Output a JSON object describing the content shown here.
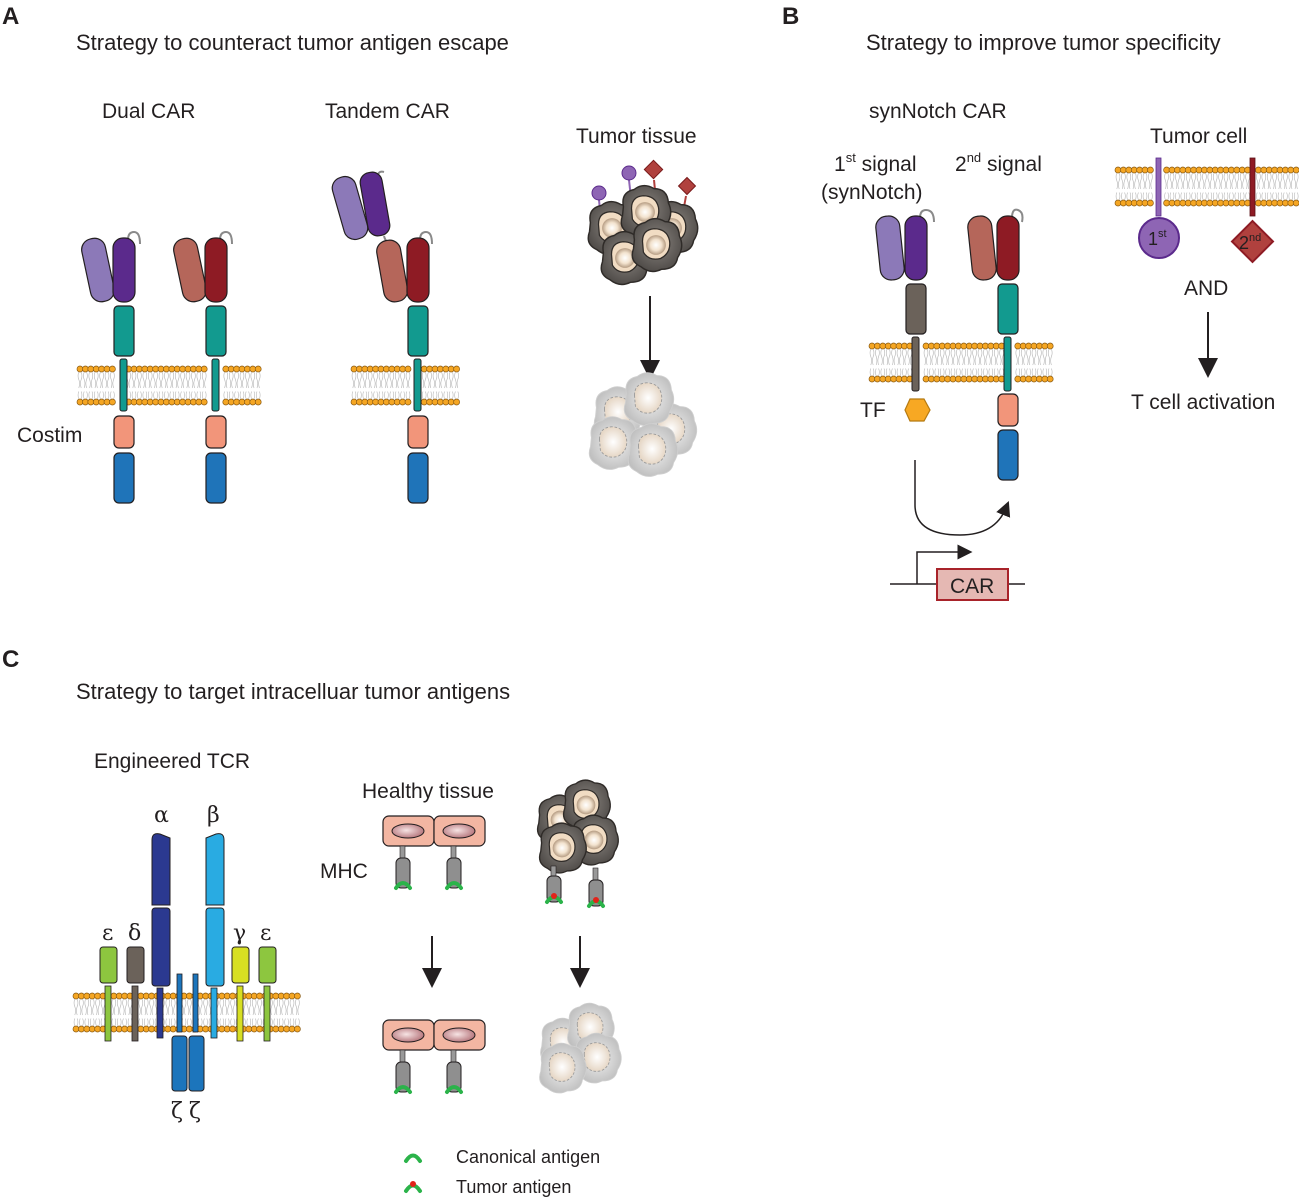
{
  "panels": {
    "a": {
      "letter": "A",
      "title": "Strategy to counteract tumor antigen escape",
      "dual_car": "Dual CAR",
      "tandem_car": "Tandem CAR",
      "tumor_tissue": "Tumor tissue",
      "costim": "Costim"
    },
    "b": {
      "letter": "B",
      "title": "Strategy to improve tumor specificity",
      "synnotch_car": "synNotch CAR",
      "first_signal_num": "1",
      "first_signal_sup": "st",
      "first_signal_word": " signal",
      "first_signal_sub": "(synNotch)",
      "second_signal_num": "2",
      "second_signal_sup": "nd",
      "second_signal_word": " signal",
      "tumor_cell": "Tumor cell",
      "antigen1_num": "1",
      "antigen1_sup": "st",
      "antigen2_num": "2",
      "antigen2_sup": "nd",
      "and_label": "AND",
      "activation": "T cell activation",
      "tf": "TF",
      "car_gene": "CAR"
    },
    "c": {
      "letter": "C",
      "title": "Strategy to target intracelluar tumor antigens",
      "engineered_tcr": "Engineered TCR",
      "alpha": "α",
      "beta": "β",
      "epsilon_left": "ε",
      "delta": "δ",
      "gamma": "γ",
      "epsilon_right": "ε",
      "zeta_left": "ζ",
      "zeta_right": "ζ",
      "healthy_tissue": "Healthy tissue",
      "mhc": "MHC"
    }
  },
  "legend": {
    "canonical": "Canonical antigen",
    "tumor": "Tumor antigen"
  },
  "colors": {
    "light_purple": "#8c79b8",
    "dark_purple": "#5b2a8c",
    "salmon_brown": "#b5665a",
    "dark_red": "#8e1b24",
    "teal": "#129a8f",
    "peach": "#f2957a",
    "blue": "#1f74b9",
    "gray_brown": "#6b625a",
    "lipid_head": "#f5a623",
    "tf_hex": "#f7a823",
    "antigen_purple": "#8e65b4",
    "antigen_red": "#b0413e",
    "green_antigen": "#2bb34a",
    "red_antigen": "#e2231a",
    "healthy_cell": "#f3b6a2",
    "tcr_navy": "#2b3990",
    "tcr_skyblue": "#29abe2",
    "tcr_lime": "#8dc63f",
    "tcr_yellow": "#d7df23",
    "tcr_zeta": "#1c75bc"
  }
}
